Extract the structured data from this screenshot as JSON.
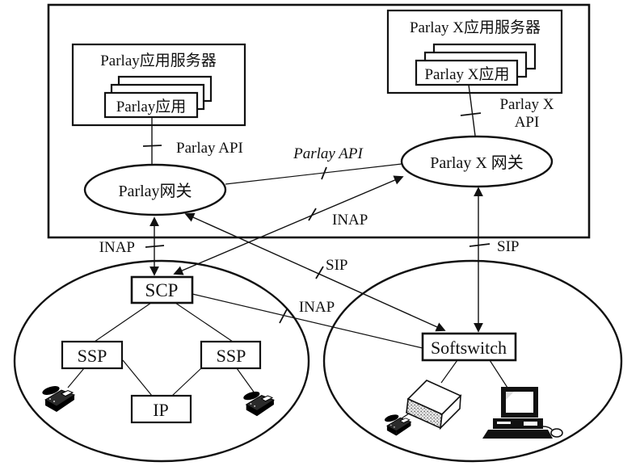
{
  "diagram": {
    "parlay_server": {
      "title": "Parlay应用服务器",
      "app_label": "Parlay应用"
    },
    "parlay_x_server": {
      "title": "Parlay X应用服务器",
      "app_label": "Parlay X应用"
    },
    "nodes": {
      "parlay_gateway": "Parlay网关",
      "parlay_x_gateway": "Parlay X 网关",
      "scp": "SCP",
      "ssp_left": "SSP",
      "ssp_right": "SSP",
      "ip": "IP",
      "softswitch": "Softswitch"
    },
    "edges": {
      "parlay_api_server": "Parlay API",
      "parlay_api_gateways": "Parlay API",
      "parlay_x_api": {
        "line1": "Parlay X",
        "line2": "API"
      },
      "inap_gateway_scp": "INAP",
      "inap_scp_xgateway": "INAP",
      "inap_scp_softswitch": "INAP",
      "sip_gateway_softswitch": "SIP",
      "sip_xgateway_softswitch": "SIP"
    },
    "icons": {
      "left_phone": "telephone",
      "mid_phone": "telephone",
      "right_phone": "telephone",
      "media_gateway": "media-gateway",
      "computer": "desktop-computer"
    },
    "colors": {
      "ink": "#111111",
      "paper": "#ffffff"
    }
  }
}
